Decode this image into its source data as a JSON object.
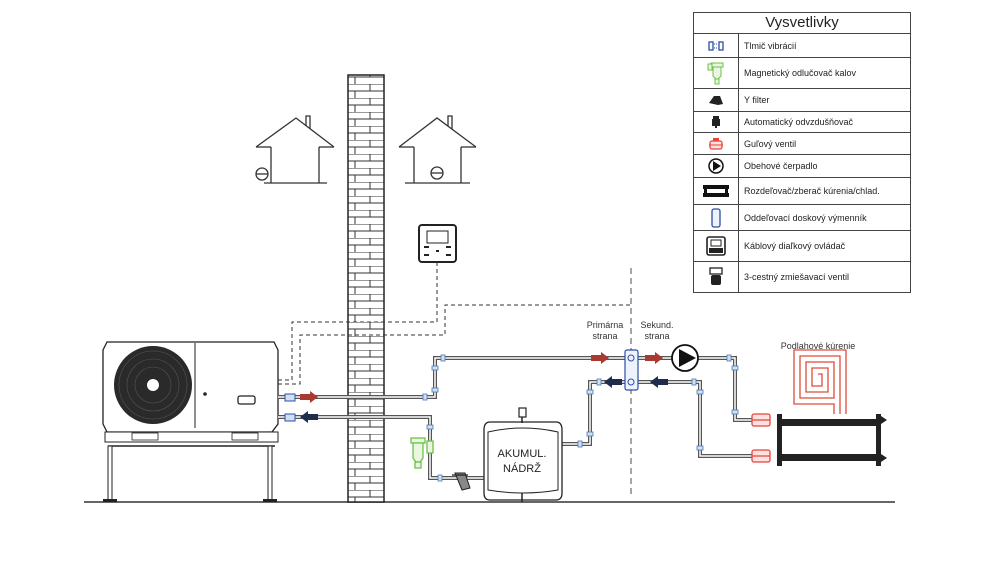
{
  "legend": {
    "title": "Vysvetlivky",
    "items": [
      {
        "icon": "vibration-damper-icon",
        "label": "Tlmič vibrácií",
        "color": "#2b4fa8"
      },
      {
        "icon": "magnetic-separator-icon",
        "label": "Magnetický odlučovač kalov",
        "color": "#6cc24a"
      },
      {
        "icon": "y-filter-icon",
        "label": "Y filter",
        "color": "#222222"
      },
      {
        "icon": "air-vent-icon",
        "label": "Automatický odvzdušňovač",
        "color": "#222222"
      },
      {
        "icon": "ball-valve-icon",
        "label": "Guľový ventil",
        "color": "#e8433a"
      },
      {
        "icon": "circulation-pump-icon",
        "label": "Obehové čerpadlo",
        "color": "#111111"
      },
      {
        "icon": "manifold-icon",
        "label": "Rozdeľovač/zberač kúrenia/chlad.",
        "color": "#111111"
      },
      {
        "icon": "plate-heat-exchanger-icon",
        "label": "Oddeľovací doskový výmenník",
        "color": "#2b4fa8"
      },
      {
        "icon": "wired-controller-icon",
        "label": "Káblový diaľkový ovládač",
        "color": "#222222"
      },
      {
        "icon": "three-way-mixing-valve-icon",
        "label": "3-cestný zmiešavací ventil",
        "color": "#222222"
      }
    ]
  },
  "diagram": {
    "primary_side_label": "Primárna\nstrana",
    "secondary_side_label": "Sekund.\nstrana",
    "floor_heating_label": "Podlahové kúrenie",
    "tank_label_line1": "AKUMUL.",
    "tank_label_line2": "NÁDRŽ"
  },
  "colors": {
    "supply_arrow": "#a83a32",
    "return_arrow": "#1f2d4d",
    "pipe": "#555555",
    "fitting": "#4a78b8",
    "separator_green": "#6cc24a",
    "valve_red": "#e8433a",
    "floor_coil": "#e04a3a"
  }
}
